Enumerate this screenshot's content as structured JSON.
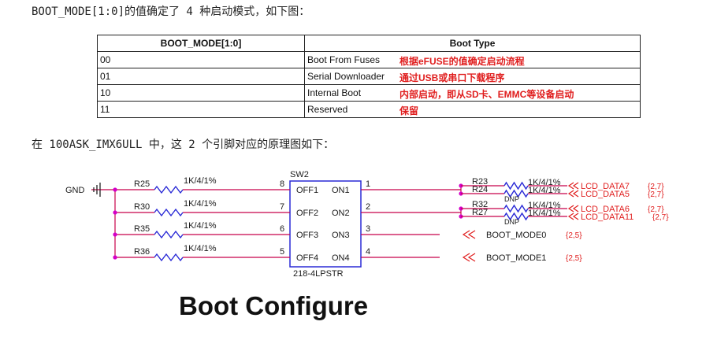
{
  "intro_text": "BOOT_MODE[1:0]的值确定了 4 种启动模式，如下图：",
  "table": {
    "headers": [
      "BOOT_MODE[1:0]",
      "Boot Type"
    ],
    "rows": [
      {
        "mode": "00",
        "type": "Boot From Fuses",
        "desc": "根据eFUSE的值确定启动流程"
      },
      {
        "mode": "01",
        "type": "Serial Downloader",
        "desc": "通过USB或串口下载程序"
      },
      {
        "mode": "10",
        "type": "Internal Boot",
        "desc": "内部启动，即从SD卡、EMMC等设备启动"
      },
      {
        "mode": "11",
        "type": "Reserved",
        "desc": "保留"
      }
    ]
  },
  "intro2_text": "在 100ASK_IMX6ULL 中，这 2 个引脚对应的原理图如下：",
  "schematic": {
    "gnd_label": "GND",
    "switch_name": "SW2",
    "switch_part": "218-4LPSTR",
    "left_resistors": [
      {
        "ref": "R25",
        "value": "1K/4/1%",
        "pin": "8",
        "off": "OFF1",
        "on": "ON1",
        "rpin": "1"
      },
      {
        "ref": "R30",
        "value": "1K/4/1%",
        "pin": "7",
        "off": "OFF2",
        "on": "ON2",
        "rpin": "2"
      },
      {
        "ref": "R35",
        "value": "1K/4/1%",
        "pin": "6",
        "off": "OFF3",
        "on": "ON3",
        "rpin": "3"
      },
      {
        "ref": "R36",
        "value": "1K/4/1%",
        "pin": "5",
        "off": "OFF4",
        "on": "ON4",
        "rpin": "4"
      }
    ],
    "right_resistors": [
      {
        "ref": "R23",
        "value": "1K/4/1%",
        "net": "LCD_DATA7",
        "sheet": "{2,7}"
      },
      {
        "ref": "R24",
        "value": "1K/4/1%",
        "net": "LCD_DATA5",
        "sheet": "{2,7}",
        "dnp": "DNP"
      },
      {
        "ref": "R32",
        "value": "1K/4/1%",
        "net": "LCD_DATA6",
        "sheet": "{2,7}"
      },
      {
        "ref": "R27",
        "value": "1K/4/1%",
        "net": "LCD_DATA11",
        "sheet": "{2,7}",
        "dnp": "DNP"
      }
    ],
    "boot_nets": [
      {
        "net": "BOOT_MODE0",
        "sheet": "{2,5}"
      },
      {
        "net": "BOOT_MODE1",
        "sheet": "{2,5}"
      }
    ],
    "colors": {
      "wire": "#c8004a",
      "junction": "#d400c8",
      "component": "#2a2ad6",
      "text": "#1a1a1a",
      "net_red": "#e01e1e"
    }
  },
  "title": "Boot Configure"
}
